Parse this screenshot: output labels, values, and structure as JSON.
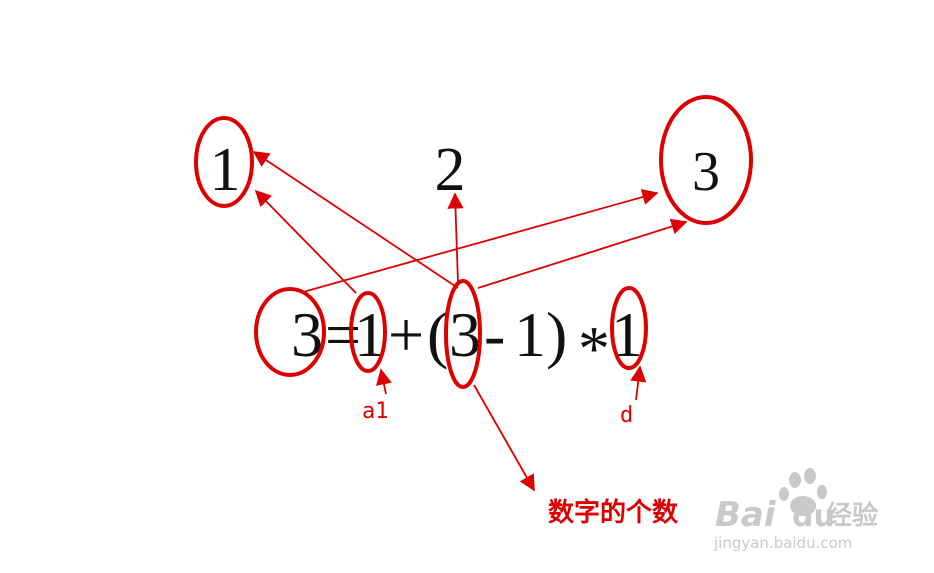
{
  "colors": {
    "accent": "#dd0000",
    "text": "#111111",
    "watermark": "#c9c9c9"
  },
  "top_numbers": [
    "1",
    "2",
    "3"
  ],
  "equation": {
    "lhs": "3",
    "equals": "=",
    "a1": "1",
    "plus": "+",
    "open_paren": "(",
    "n": "3",
    "minus": "-",
    "one": "1",
    "close_paren": ")",
    "times": "*",
    "d": "1"
  },
  "labels": {
    "a1": "a1",
    "d": "d",
    "count": "数字的个数"
  },
  "watermark": {
    "brand": "Bai",
    "brand2": "du",
    "suffix": "经验",
    "url": "jingyan.baidu.com"
  }
}
